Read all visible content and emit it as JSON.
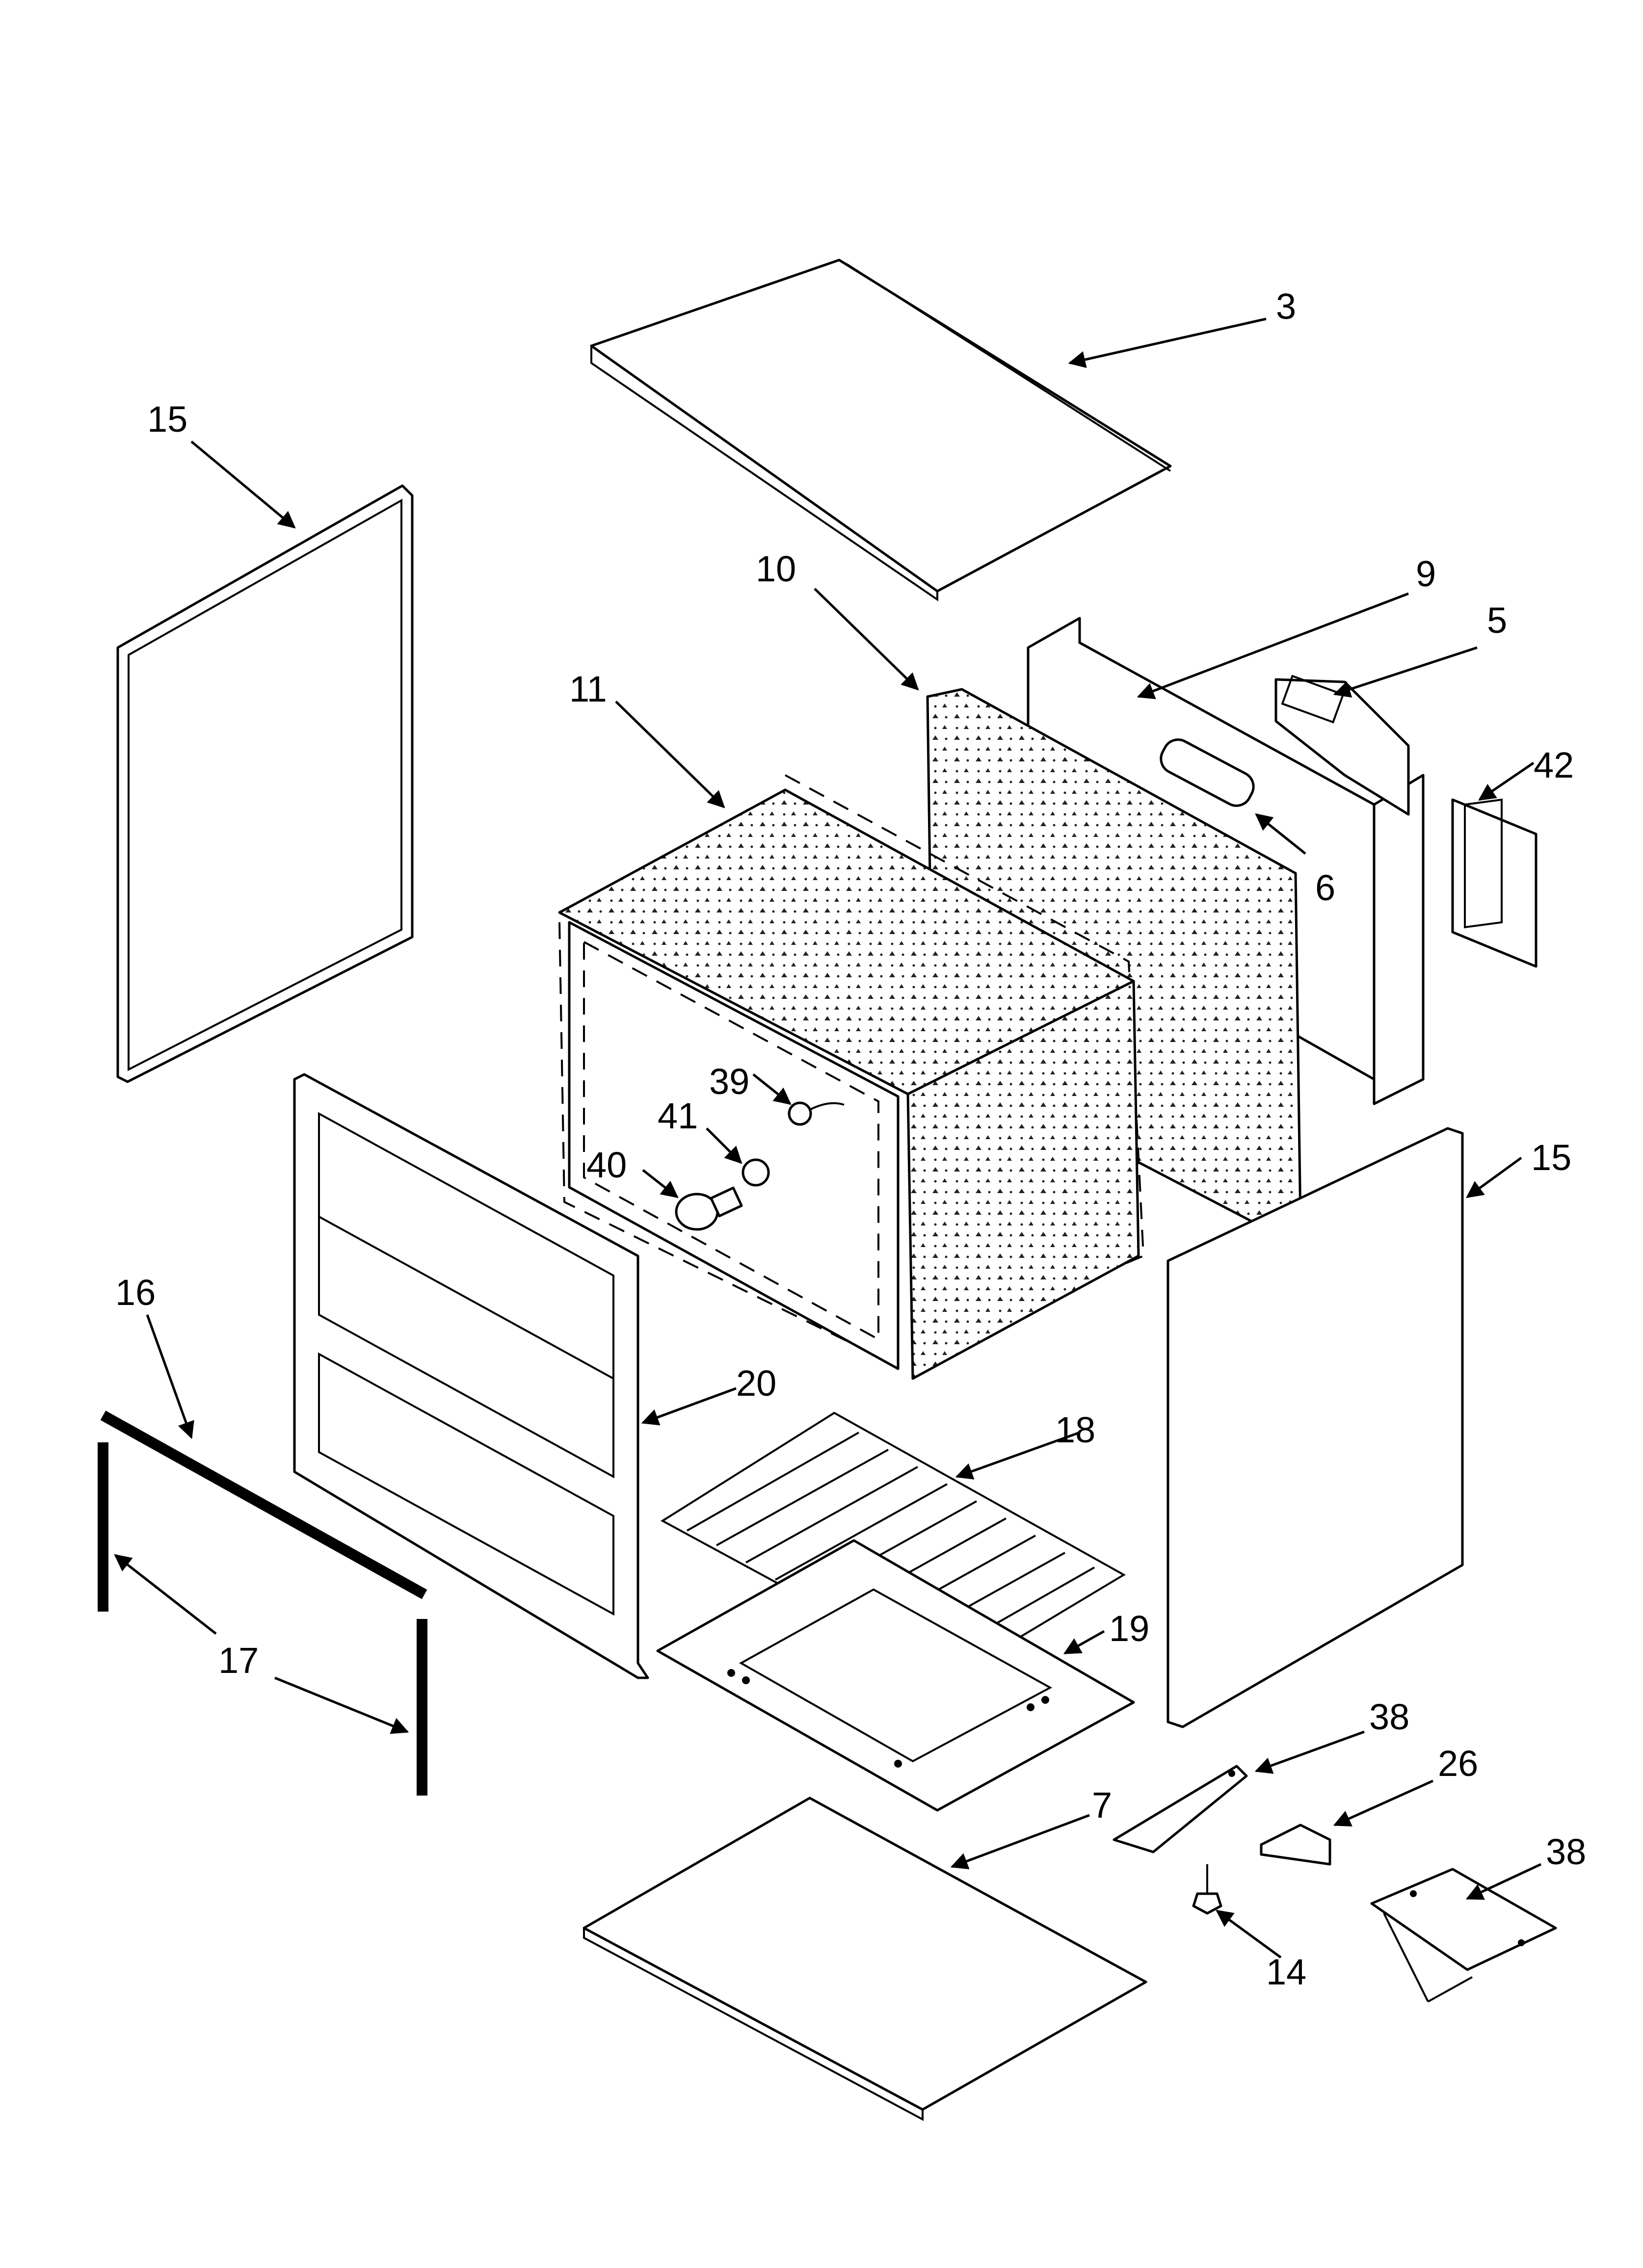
{
  "diagram": {
    "callouts": [
      {
        "id": "c3",
        "label": "3"
      },
      {
        "id": "c15a",
        "label": "15"
      },
      {
        "id": "c10",
        "label": "10"
      },
      {
        "id": "c9",
        "label": "9"
      },
      {
        "id": "c5",
        "label": "5"
      },
      {
        "id": "c11",
        "label": "11"
      },
      {
        "id": "c42",
        "label": "42"
      },
      {
        "id": "c6",
        "label": "6"
      },
      {
        "id": "c39",
        "label": "39"
      },
      {
        "id": "c41",
        "label": "41"
      },
      {
        "id": "c40",
        "label": "40"
      },
      {
        "id": "c15b",
        "label": "15"
      },
      {
        "id": "c16",
        "label": "16"
      },
      {
        "id": "c20",
        "label": "20"
      },
      {
        "id": "c18",
        "label": "18"
      },
      {
        "id": "c17",
        "label": "17"
      },
      {
        "id": "c19",
        "label": "19"
      },
      {
        "id": "c38a",
        "label": "38"
      },
      {
        "id": "c26",
        "label": "26"
      },
      {
        "id": "c7",
        "label": "7"
      },
      {
        "id": "c38b",
        "label": "38"
      },
      {
        "id": "c14",
        "label": "14"
      }
    ]
  }
}
